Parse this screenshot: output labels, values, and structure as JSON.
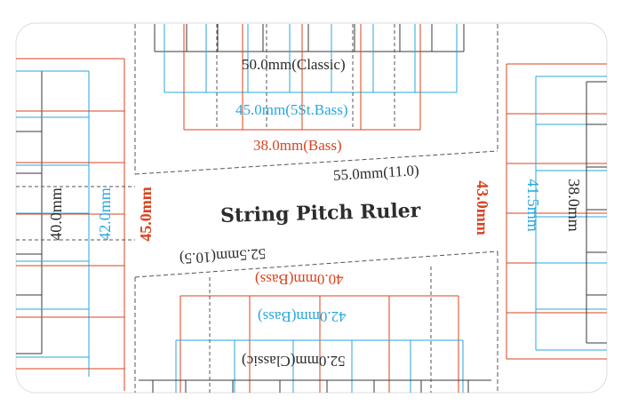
{
  "title": "String Pitch Ruler",
  "top_scales": [
    {
      "label": "50.0mm(Classic)",
      "color": "#2a2a2a"
    },
    {
      "label": "45.0mm(5St.Bass)",
      "color": "#27a7dc"
    },
    {
      "label": "38.0mm(Bass)",
      "color": "#d9431f"
    }
  ],
  "diagonal_top": "55.0mm(11.0)",
  "diagonal_bottom": "52.5mm(10.5)",
  "bottom_scales": [
    {
      "label": "40.0mm(Bass)",
      "color": "#d9431f"
    },
    {
      "label": "42.0mm(Bass)",
      "color": "#27a7dc"
    },
    {
      "label": "52.0mm(Classic)",
      "color": "#2a2a2a"
    }
  ],
  "left_scales": [
    {
      "label": "40.0mm",
      "color": "#2a2a2a"
    },
    {
      "label": "42.0mm",
      "color": "#27a7dc"
    },
    {
      "label": "45.0mm",
      "color": "#d9431f"
    }
  ],
  "right_scales": [
    {
      "label": "43.0mm",
      "color": "#d9431f"
    },
    {
      "label": "41.5mm",
      "color": "#27a7dc"
    },
    {
      "label": "38.0mm",
      "color": "#2a2a2a"
    }
  ],
  "colors": {
    "card": "#ffffff",
    "black_line": "#3a3a3a",
    "cyan_line": "#27a7dc",
    "red_line": "#d9431f",
    "dash": "#555555"
  }
}
